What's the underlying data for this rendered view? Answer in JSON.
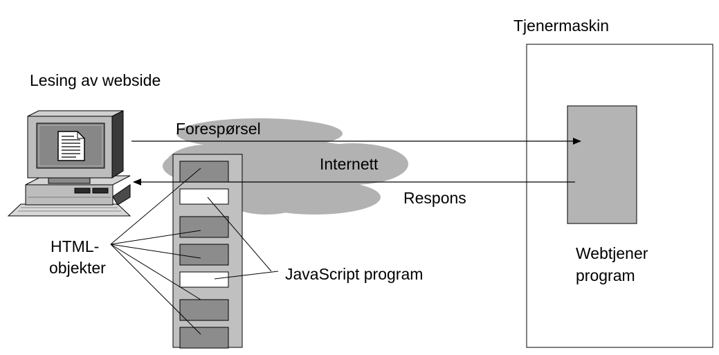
{
  "labels": {
    "server_title": "Tjenermaskin",
    "client_title": "Lesing av webside",
    "request": "Forespørsel",
    "internet": "Internett",
    "response": "Respons",
    "html_objects_line1": "HTML-",
    "html_objects_line2": "objekter",
    "javascript": "JavaScript program",
    "webserver_line1": "Webtjener",
    "webserver_line2": "program"
  },
  "page_objects": [
    "html",
    "javascript",
    "html",
    "html",
    "javascript",
    "html",
    "html"
  ],
  "colors": {
    "cloud": "#b2b2b2",
    "html_object": "#8c8c8c",
    "javascript_object": "#ffffff",
    "page_panel": "#c0c0c0",
    "webserver_box": "#b4b4b4",
    "line": "#000000"
  },
  "icons": {
    "client": "desktop-computer-icon",
    "document": "document-icon"
  }
}
